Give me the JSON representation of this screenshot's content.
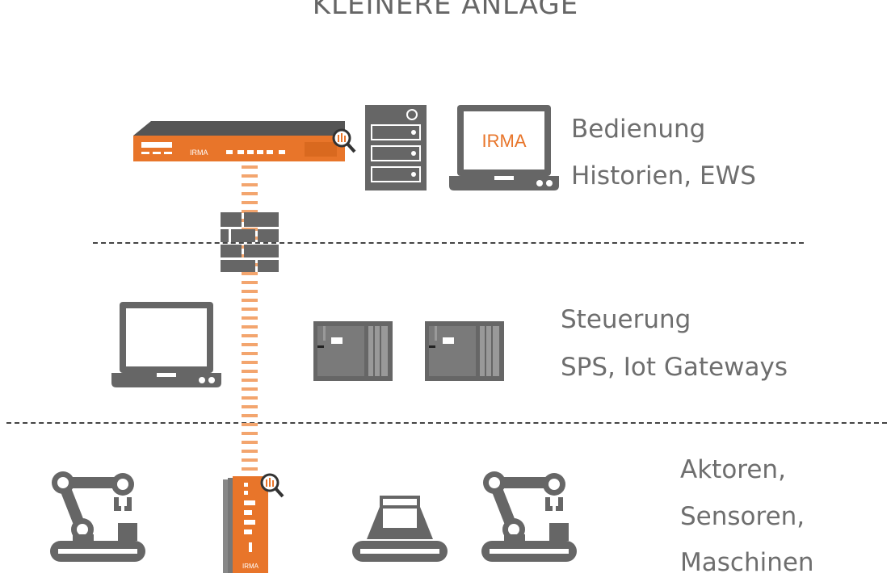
{
  "title": "KLEINERE ANLAGE",
  "brand": "IRMA",
  "levels": {
    "top": {
      "line1": "Bedienung",
      "line2": "Historien, EWS"
    },
    "middle": {
      "line1": "Steuerung",
      "line2": "SPS, Iot Gateways"
    },
    "bottom": {
      "line1": "Aktoren,",
      "line2": "Sensoren,",
      "line3": "Maschinen"
    }
  },
  "colors": {
    "orange": "#E8752A",
    "orange_light": "#F3A56E",
    "gray": "#666666",
    "dark": "#444444"
  }
}
